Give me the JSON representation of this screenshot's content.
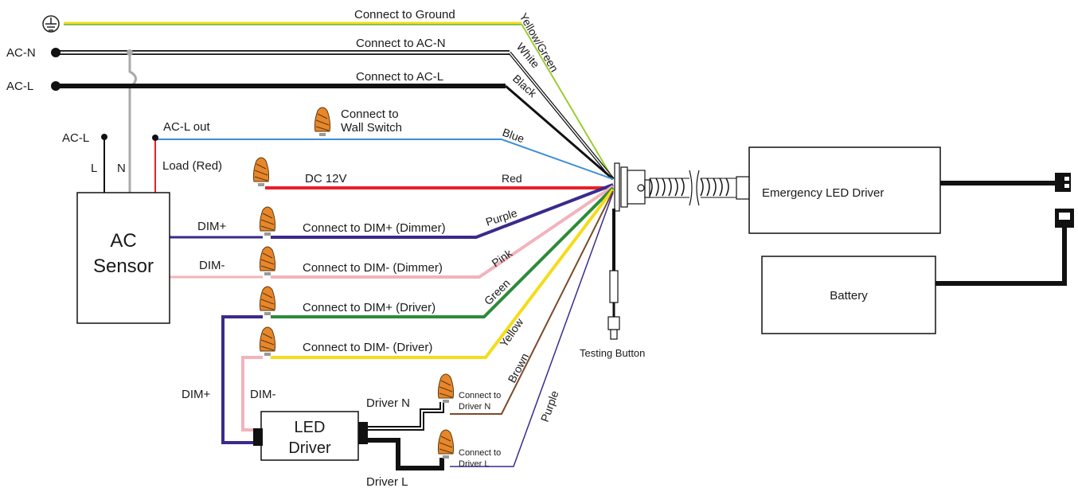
{
  "labels": {
    "ac_n": "AC-N",
    "ac_l": "AC-L",
    "ac_l_sensor": "AC-L",
    "l": "L",
    "n": "N",
    "ac_l_out": "AC-L out",
    "load_red": "Load (Red)",
    "dim_plus_sensor": "DIM+",
    "dim_minus_sensor": "DIM-",
    "dim_plus_driver": "DIM+",
    "dim_minus_driver": "DIM-",
    "driver_n": "Driver N",
    "driver_l": "Driver L",
    "testing_button": "Testing Button"
  },
  "connections": {
    "ground": "Connect to Ground",
    "ac_n": "Connect to AC-N",
    "ac_l": "Connect to AC-L",
    "wall_switch_1": "Connect to",
    "wall_switch_2": "Wall Switch",
    "dc12v": "DC 12V",
    "dim_plus_dimmer": "Connect to DIM+ (Dimmer)",
    "dim_minus_dimmer": "Connect to DIM- (Dimmer)",
    "dim_plus_driver": "Connect to DIM+ (Driver)",
    "dim_minus_driver": "Connect to DIM- (Driver)",
    "driver_n_1": "Connect to",
    "driver_n_2": "Driver N",
    "driver_l_1": "Connect to",
    "driver_l_2": "Driver L"
  },
  "wires": {
    "yellow_green": "Yellow/Green",
    "white": "White",
    "black": "Black",
    "blue": "Blue",
    "red": "Red",
    "purple": "Purple",
    "pink": "Pink",
    "green": "Green",
    "yellow": "Yellow",
    "brown": "Brown",
    "purple2": "Purple"
  },
  "boxes": {
    "ac_sensor_1": "AC",
    "ac_sensor_2": "Sensor",
    "led_driver_1": "LED",
    "led_driver_2": "Driver",
    "emergency_driver": "Emergency LED Driver",
    "battery": "Battery"
  },
  "colors": {
    "yellow_green": "#9acd32",
    "blue": "#3a8fd8",
    "red": "#e8202a",
    "purple": "#3b2a8c",
    "pink": "#f2b3bc",
    "green": "#2e8b3a",
    "yellow": "#f5dc1a",
    "brown": "#7a4a2a",
    "grey": "#b0b0b0",
    "nut": "#e8862a"
  }
}
